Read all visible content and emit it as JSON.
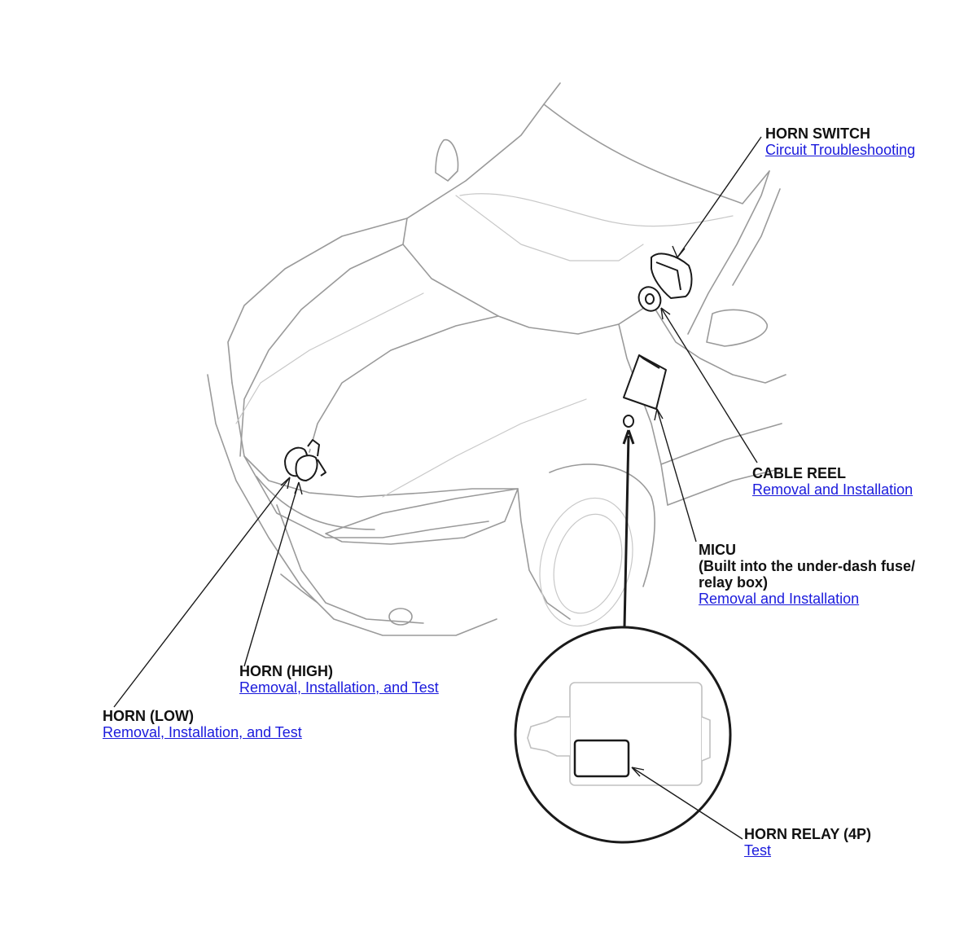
{
  "labels": {
    "horn_switch": {
      "title": "HORN SWITCH",
      "link": "Circuit Troubleshooting"
    },
    "cable_reel": {
      "title": "CABLE REEL",
      "link": "Removal and Installation"
    },
    "micu": {
      "title": "MICU",
      "subtitle_1": "(Built into the under-dash fuse/",
      "subtitle_2": "relay box)",
      "link": "Removal and Installation"
    },
    "horn_high": {
      "title": "HORN (HIGH)",
      "link": "Removal, Installation, and Test"
    },
    "horn_low": {
      "title": "HORN (LOW)",
      "link": "Removal, Installation, and Test"
    },
    "horn_relay": {
      "title": "HORN RELAY (4P)",
      "link": "Test"
    }
  },
  "colors": {
    "link": "#1a1adc",
    "text": "#111111",
    "car_outline": "#9a9a9a",
    "part": "#1a1a1a"
  }
}
